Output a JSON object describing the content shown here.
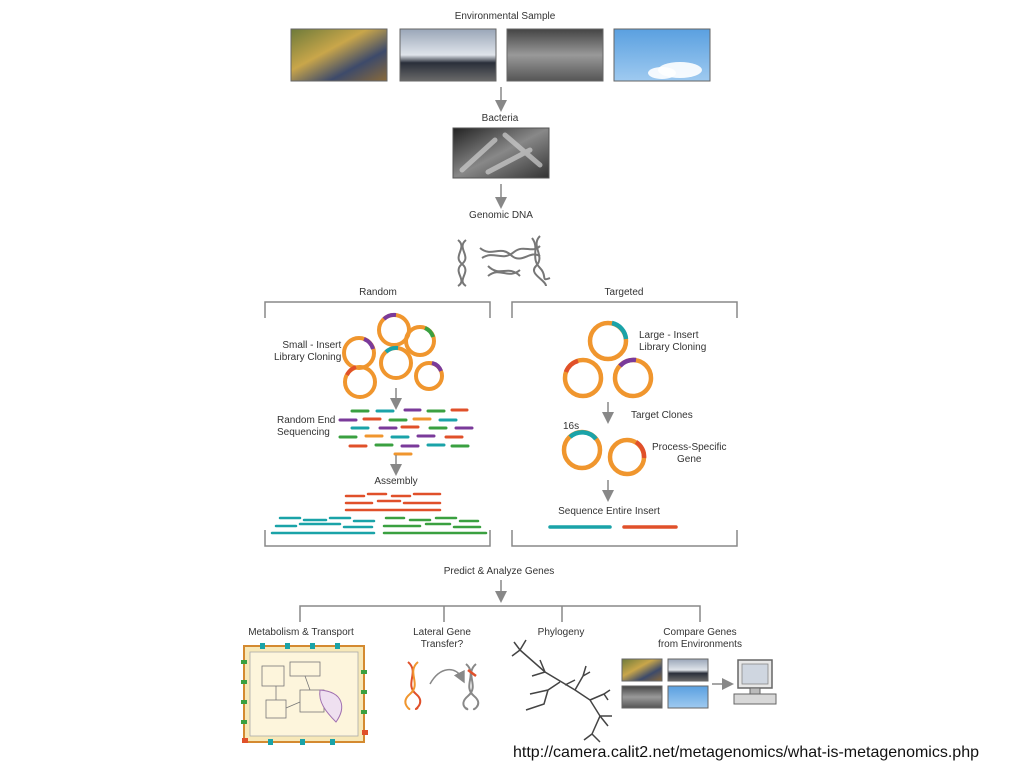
{
  "diagram": {
    "environmental_sample": "Environmental Sample",
    "bacteria": "Bacteria",
    "genomic_dna": "Genomic DNA",
    "random": "Random",
    "targeted": "Targeted",
    "small_insert": "Small - Insert\nLibrary Cloning",
    "random_end": "Random End\nSequencing",
    "assembly": "Assembly",
    "large_insert": "Large - Insert\nLibrary Cloning",
    "target_clones": "Target Clones",
    "label_16s": "16s",
    "process_specific": "Process-Specific\nGene",
    "sequence_entire": "Sequence Entire Insert",
    "predict": "Predict & Analyze Genes",
    "metabolism": "Metabolism & Transport",
    "lateral": "Lateral Gene\nTransfer?",
    "phylogeny": "Phylogeny",
    "compare": "Compare Genes\nfrom Environments"
  },
  "colors": {
    "plasmid": "#f0962e",
    "teal": "#1aa3a8",
    "red": "#e0502a",
    "purple": "#7a3a9a",
    "green": "#3aa040",
    "line": "#888888"
  },
  "footer": {
    "url": "http://camera.calit2.net/metagenomics/what-is-metagenomics.php"
  }
}
